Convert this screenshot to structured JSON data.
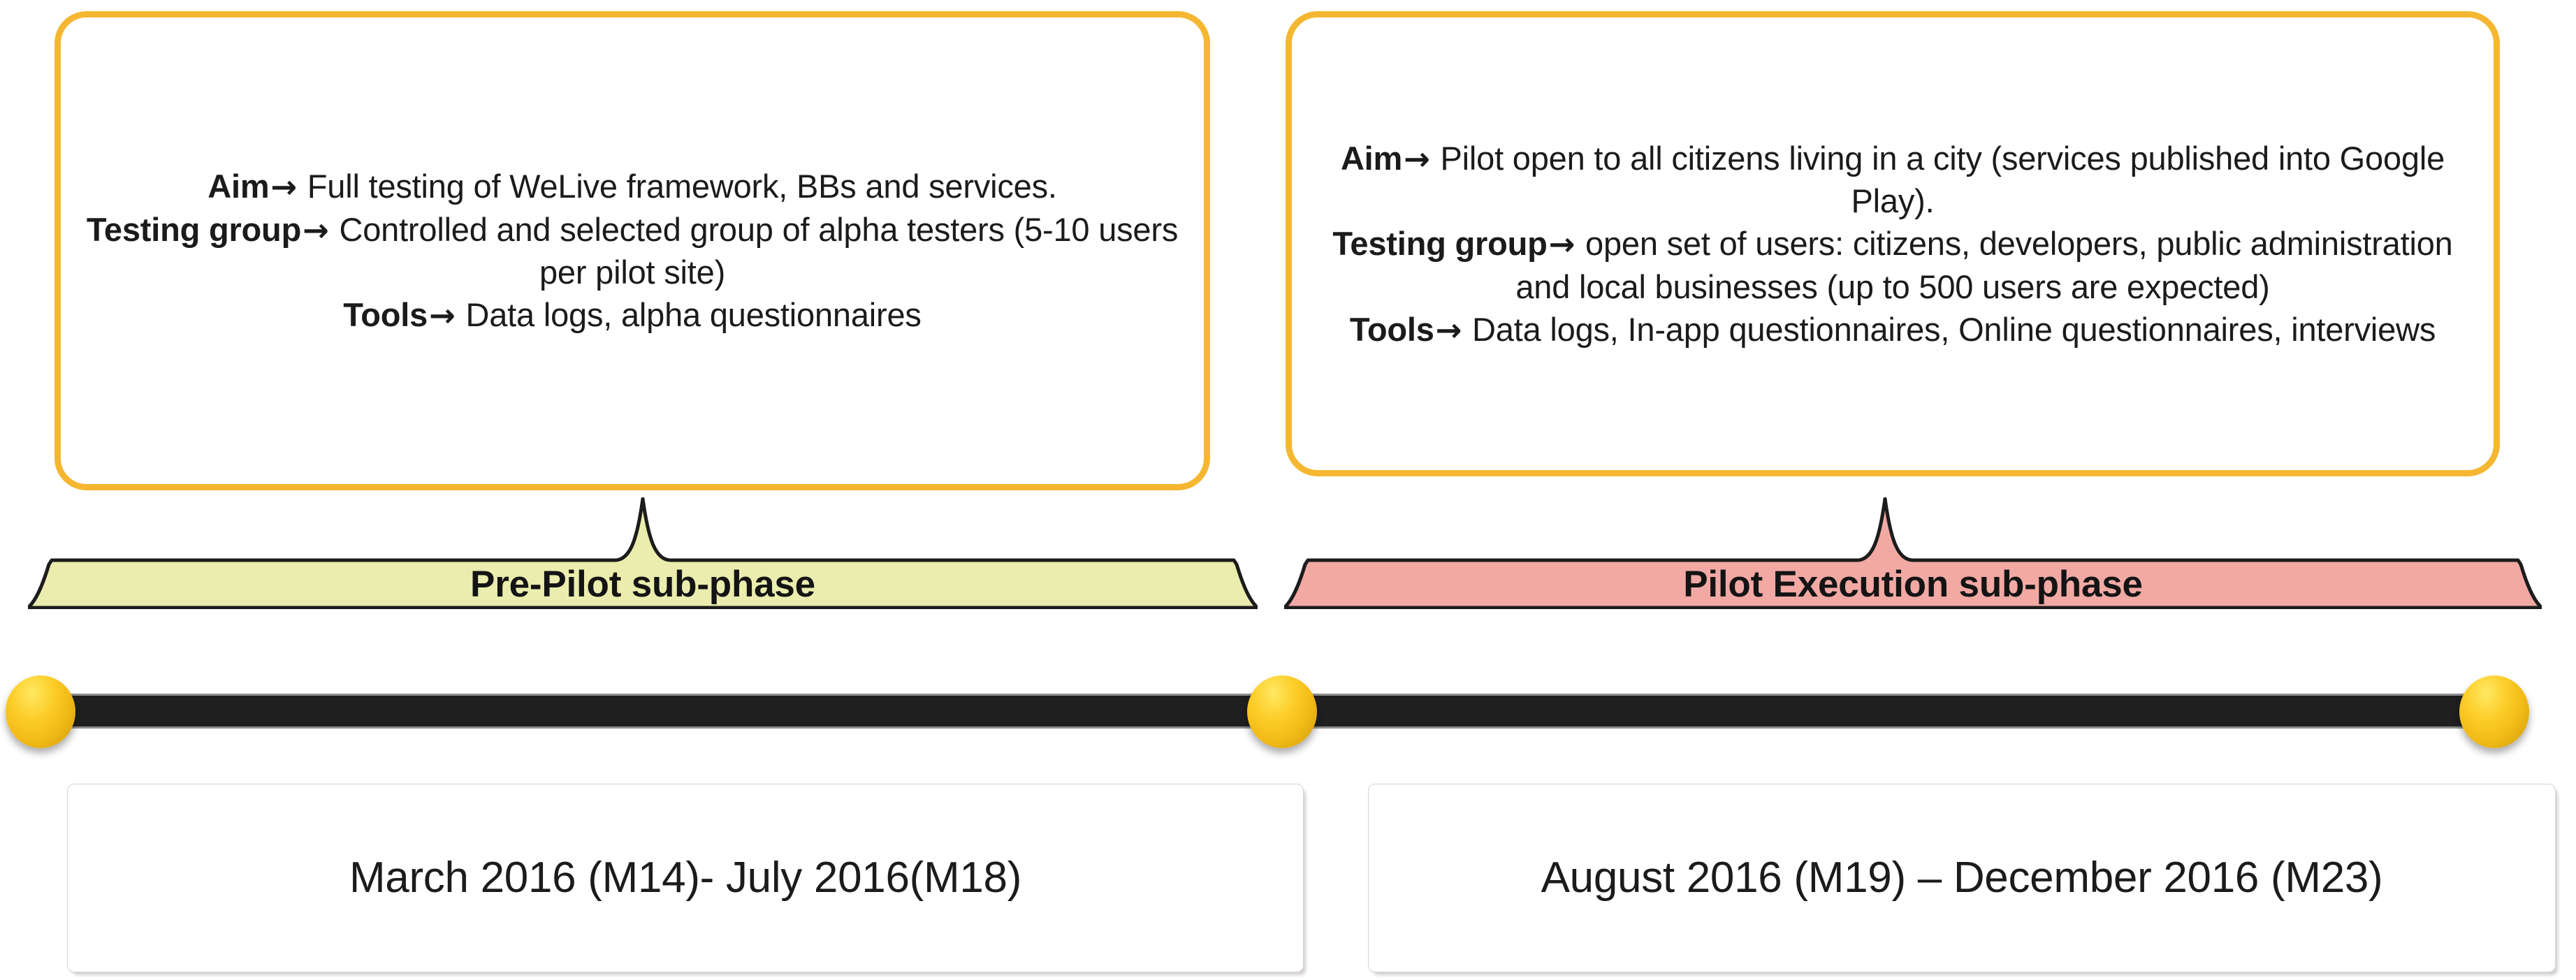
{
  "diagram": {
    "title": "WeLive pilot phases timeline",
    "colors": {
      "callout_border": "#F5B731",
      "banner_prepilot_fill": "#EAEDAD",
      "banner_execution_fill": "#F2A9A4",
      "banner_stroke": "#1c1c1c",
      "timeline_bar": "#1f1f1f",
      "node_fill": "#F2BA16",
      "datebox_border": "#d7d4d1",
      "text": "#1b1b1b"
    },
    "arrow_glyph": "→"
  },
  "phases": [
    {
      "id": "pre-pilot",
      "banner_label": "Pre-Pilot sub-phase",
      "date_label": "March 2016  (M14)- July 2016(M18)",
      "details": [
        {
          "key": "Aim",
          "value": "Full testing of WeLive framework, BBs and services."
        },
        {
          "key": "Testing group",
          "value": "Controlled and selected group of alpha testers (5-10 users per pilot site)"
        },
        {
          "key": "Tools",
          "value": "Data logs, alpha questionnaires"
        }
      ]
    },
    {
      "id": "pilot-execution",
      "banner_label": "Pilot Execution sub-phase",
      "date_label": "August 2016 (M19)  – December 2016 (M23)",
      "details": [
        {
          "key": "Aim",
          "value": "Pilot open to all citizens living in a city (services published into Google Play)."
        },
        {
          "key": "Testing group",
          "value": "open set of users: citizens, developers, public administration and local businesses (up to 500 users are expected)"
        },
        {
          "key": "Tools",
          "value": "Data logs, In-app questionnaires, Online questionnaires, interviews"
        }
      ]
    }
  ],
  "timeline": {
    "nodes": [
      {
        "id": "node-start",
        "label": ""
      },
      {
        "id": "node-mid",
        "label": ""
      },
      {
        "id": "node-end",
        "label": ""
      }
    ]
  }
}
